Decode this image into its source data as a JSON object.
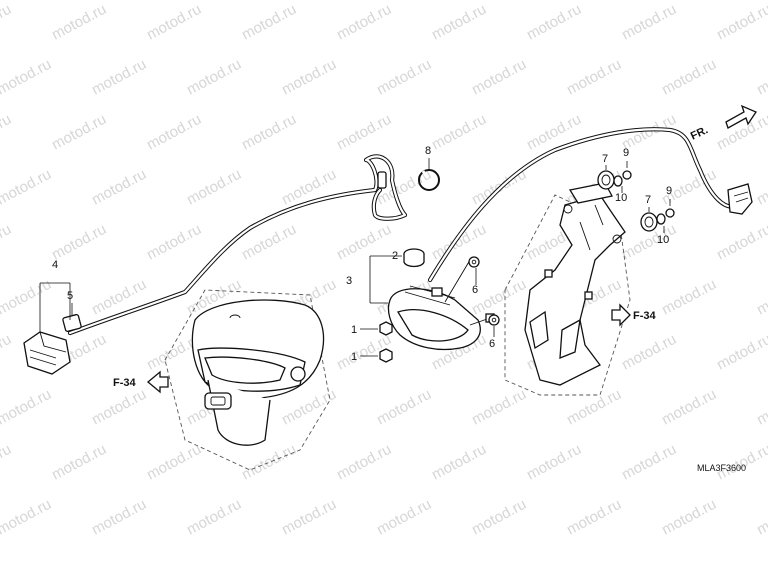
{
  "diagram": {
    "watermark": "motod.ru",
    "drawing_code": "MLA3F3600",
    "front_indicator": "FR.",
    "references": [
      "F-34",
      "F-34"
    ],
    "callouts": [
      "1",
      "1",
      "2",
      "3",
      "4",
      "5",
      "6",
      "6",
      "7",
      "7",
      "8",
      "9",
      "9",
      "10",
      "10"
    ]
  }
}
